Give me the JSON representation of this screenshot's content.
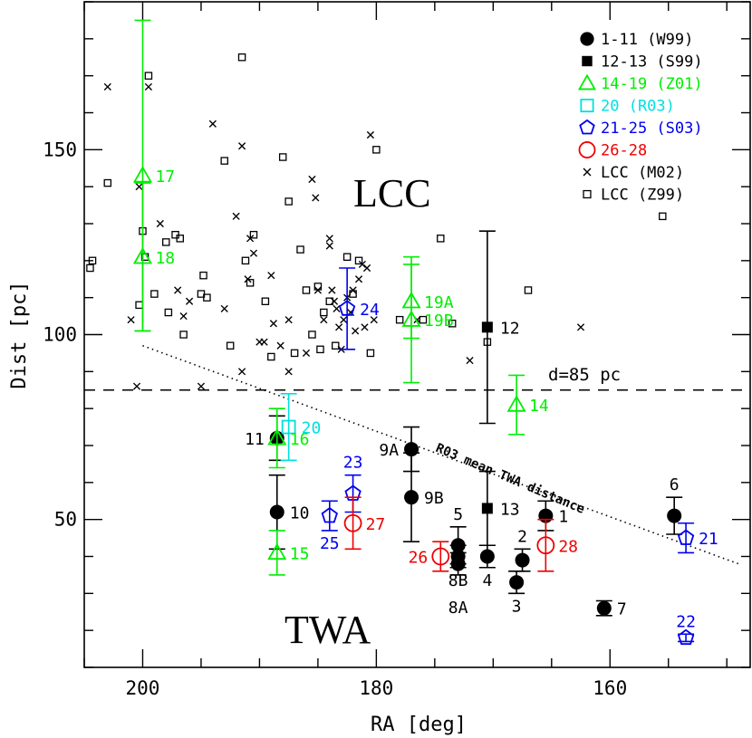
{
  "chart_data": {
    "type": "scatter",
    "xlabel": "RA [deg]",
    "ylabel": "Dist [pc]",
    "xlim": [
      205,
      148
    ],
    "ylim": [
      10,
      190
    ],
    "x_ticks": [
      200,
      180,
      160
    ],
    "y_ticks": [
      50,
      100,
      150
    ],
    "grid": false,
    "legend_position": "top-right",
    "region_labels": {
      "lcc": "LCC",
      "twa": "TWA"
    },
    "colors": {
      "W99": "#000000",
      "S99": "#000000",
      "Z01": "#00ee00",
      "R03": "#00e0e0",
      "S03": "#0000ee",
      "New": "#ee0000",
      "M02": "#000000",
      "Z99": "#000000"
    },
    "legend": [
      {
        "key": "W99",
        "label": "1-11 (W99)",
        "marker": "filled-circle"
      },
      {
        "key": "S99",
        "label": "12-13 (S99)",
        "marker": "filled-square"
      },
      {
        "key": "Z01",
        "label": "14-19 (Z01)",
        "marker": "open-triangle"
      },
      {
        "key": "R03",
        "label": "20 (R03)",
        "marker": "open-square"
      },
      {
        "key": "S03",
        "label": "21-25 (S03)",
        "marker": "open-pentagon"
      },
      {
        "key": "New",
        "label": "26-28",
        "marker": "open-circle"
      },
      {
        "key": "M02",
        "label": "LCC (M02)",
        "marker": "cross"
      },
      {
        "key": "Z99",
        "label": "LCC (Z99)",
        "marker": "small-square"
      }
    ],
    "annotations": {
      "d85_label": "d=85 pc",
      "mean_line_label": "R03 mean TWA distance"
    },
    "reference_lines": {
      "d85": {
        "y": 85,
        "x_range": [
          205,
          148
        ]
      },
      "r03_mean": {
        "from": [
          200,
          97
        ],
        "to": [
          149,
          38
        ]
      }
    },
    "series": [
      {
        "key": "W99",
        "points": [
          {
            "label": "1",
            "x": 165.5,
            "y": 51,
            "err": 4,
            "label_pos": "right"
          },
          {
            "label": "2",
            "x": 167.5,
            "y": 39,
            "err": 3,
            "label_pos": "above"
          },
          {
            "label": "3",
            "x": 168.0,
            "y": 33,
            "err": 3,
            "label_pos": "below"
          },
          {
            "label": "4",
            "x": 170.5,
            "y": 40,
            "err": 3,
            "label_pos": "below"
          },
          {
            "label": "5",
            "x": 173.0,
            "y": 43,
            "err": 5,
            "label_pos": "above"
          },
          {
            "label": "6",
            "x": 154.5,
            "y": 51,
            "err": 5,
            "label_pos": "above"
          },
          {
            "label": "7",
            "x": 160.5,
            "y": 26,
            "err": 2,
            "label_pos": "right"
          },
          {
            "label": "8A",
            "x": 173.0,
            "y": 38,
            "err": 3,
            "label_pos": "below2"
          },
          {
            "label": "8B",
            "x": 173.0,
            "y": 40,
            "err": 3,
            "label_pos": "below"
          },
          {
            "label": "9A",
            "x": 177.0,
            "y": 69,
            "err": 6,
            "label_pos": "left"
          },
          {
            "label": "9B",
            "x": 177.0,
            "y": 56,
            "err": 12,
            "label_pos": "right"
          },
          {
            "label": "10",
            "x": 188.5,
            "y": 52,
            "err": 10,
            "label_pos": "right"
          },
          {
            "label": "11",
            "x": 188.5,
            "y": 72,
            "err": 6,
            "label_pos": "left"
          }
        ]
      },
      {
        "key": "S99",
        "points": [
          {
            "label": "12",
            "x": 170.5,
            "y": 102,
            "err": 26,
            "label_pos": "right"
          },
          {
            "label": "13",
            "x": 170.5,
            "y": 53,
            "err": 10,
            "label_pos": "right"
          }
        ]
      },
      {
        "key": "Z01",
        "points": [
          {
            "label": "14",
            "x": 168.0,
            "y": 81,
            "err": 8,
            "label_pos": "right"
          },
          {
            "label": "15",
            "x": 188.5,
            "y": 41,
            "err": 6,
            "label_pos": "right"
          },
          {
            "label": "16",
            "x": 188.5,
            "y": 72,
            "err": 8,
            "label_pos": "right"
          },
          {
            "label": "17",
            "x": 200.0,
            "y": 143,
            "err": 42,
            "label_pos": "right"
          },
          {
            "label": "18",
            "x": 200.0,
            "y": 121,
            "err": 20,
            "label_pos": "right"
          },
          {
            "label": "19A",
            "x": 177.0,
            "y": 109,
            "err": 10,
            "label_pos": "right"
          },
          {
            "label": "19B",
            "x": 177.0,
            "y": 104,
            "err": 17,
            "label_pos": "right"
          }
        ]
      },
      {
        "key": "R03",
        "points": [
          {
            "label": "20",
            "x": 187.5,
            "y": 75,
            "err": 9,
            "label_pos": "right"
          }
        ]
      },
      {
        "key": "S03",
        "points": [
          {
            "label": "21",
            "x": 153.5,
            "y": 45,
            "err": 4,
            "label_pos": "right"
          },
          {
            "label": "22",
            "x": 153.5,
            "y": 18,
            "err": 1,
            "label_pos": "above"
          },
          {
            "label": "23",
            "x": 182.0,
            "y": 57,
            "err": 5,
            "label_pos": "above"
          },
          {
            "label": "24",
            "x": 182.5,
            "y": 107,
            "err": 11,
            "label_pos": "right"
          },
          {
            "label": "25",
            "x": 184.0,
            "y": 51,
            "err": 4,
            "label_pos": "below"
          }
        ]
      },
      {
        "key": "New",
        "points": [
          {
            "label": "26",
            "x": 174.5,
            "y": 40,
            "err": 4,
            "label_pos": "left"
          },
          {
            "label": "27",
            "x": 182.0,
            "y": 49,
            "err": 7,
            "label_pos": "right"
          },
          {
            "label": "28",
            "x": 165.5,
            "y": 43,
            "err": 7,
            "label_pos": "right"
          }
        ]
      }
    ],
    "lcc_m02": [
      [
        203,
        167
      ],
      [
        200.3,
        140
      ],
      [
        201,
        104
      ],
      [
        200.5,
        86
      ],
      [
        199.5,
        167
      ],
      [
        198.5,
        130
      ],
      [
        197,
        112
      ],
      [
        196.5,
        105
      ],
      [
        196,
        109
      ],
      [
        195,
        86
      ],
      [
        194,
        157
      ],
      [
        193,
        107
      ],
      [
        192,
        132
      ],
      [
        191.5,
        151
      ],
      [
        191,
        115
      ],
      [
        190.8,
        126
      ],
      [
        190.5,
        122
      ],
      [
        190,
        98
      ],
      [
        189.6,
        98
      ],
      [
        191.5,
        90
      ],
      [
        189,
        116
      ],
      [
        188.8,
        103
      ],
      [
        188.2,
        97
      ],
      [
        187.5,
        104
      ],
      [
        187.5,
        90
      ],
      [
        186,
        95
      ],
      [
        185.5,
        142
      ],
      [
        185.2,
        137
      ],
      [
        185,
        112
      ],
      [
        184.5,
        104
      ],
      [
        184,
        124
      ],
      [
        184,
        126
      ],
      [
        183.8,
        112
      ],
      [
        183.6,
        109
      ],
      [
        183.4,
        107
      ],
      [
        183.2,
        102
      ],
      [
        183,
        96
      ],
      [
        182.8,
        104
      ],
      [
        182.5,
        110
      ],
      [
        182.2,
        106
      ],
      [
        182,
        112
      ],
      [
        181.8,
        101
      ],
      [
        181.5,
        115
      ],
      [
        181.2,
        119
      ],
      [
        181,
        102
      ],
      [
        180.8,
        118
      ],
      [
        180.5,
        154
      ],
      [
        180.2,
        104
      ],
      [
        176.5,
        104
      ],
      [
        172,
        93
      ],
      [
        162.5,
        102
      ]
    ],
    "lcc_z99": [
      [
        204.5,
        118
      ],
      [
        204.3,
        120
      ],
      [
        203,
        141
      ],
      [
        200.3,
        108
      ],
      [
        200,
        128
      ],
      [
        199.8,
        121
      ],
      [
        199.5,
        170
      ],
      [
        199,
        111
      ],
      [
        198,
        125
      ],
      [
        197.8,
        106
      ],
      [
        197.2,
        127
      ],
      [
        196.8,
        126
      ],
      [
        196.5,
        100
      ],
      [
        195,
        111
      ],
      [
        194.8,
        116
      ],
      [
        194.5,
        110
      ],
      [
        193,
        147
      ],
      [
        192.5,
        97
      ],
      [
        191.5,
        175
      ],
      [
        191.2,
        120
      ],
      [
        190.8,
        114
      ],
      [
        190.5,
        127
      ],
      [
        189.5,
        109
      ],
      [
        189,
        94
      ],
      [
        188,
        148
      ],
      [
        187.5,
        136
      ],
      [
        187,
        95
      ],
      [
        186.5,
        123
      ],
      [
        186,
        112
      ],
      [
        185.5,
        100
      ],
      [
        185,
        113
      ],
      [
        184.8,
        96
      ],
      [
        184.5,
        106
      ],
      [
        184,
        109
      ],
      [
        183.5,
        97
      ],
      [
        182.5,
        121
      ],
      [
        182,
        111
      ],
      [
        181.5,
        120
      ],
      [
        180.5,
        95
      ],
      [
        180,
        150
      ],
      [
        178,
        104
      ],
      [
        176,
        104
      ],
      [
        174.5,
        126
      ],
      [
        173.5,
        103
      ],
      [
        170.5,
        98
      ],
      [
        167,
        112
      ],
      [
        155.5,
        132
      ]
    ]
  }
}
